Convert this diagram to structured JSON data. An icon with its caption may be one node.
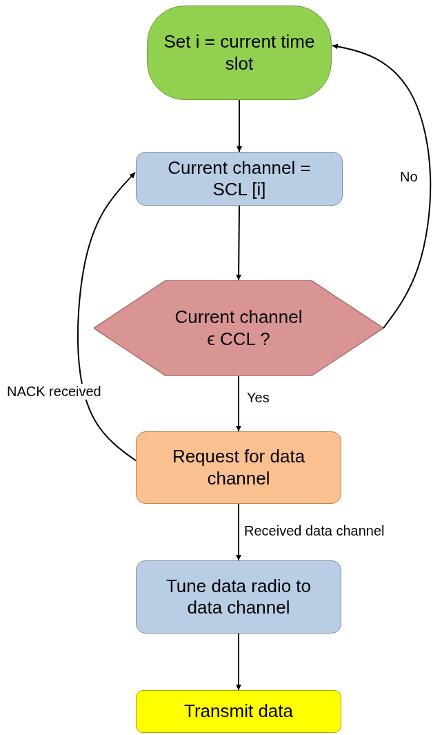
{
  "diagram": {
    "nodes": [
      {
        "text": [
          "Set i = current time slot"
        ]
      },
      {
        "text": [
          "Current channel = SCL [i]"
        ]
      },
      {
        "text": [
          "Current channel ϵ CCL ?"
        ]
      },
      {
        "text": [
          "Request for data channel"
        ]
      },
      {
        "text": [
          "Tune data radio to data channel"
        ]
      },
      {
        "text": [
          "Transmit data"
        ]
      }
    ],
    "edges": [
      {
        "from": 0,
        "to": 1,
        "arrow": "to"
      },
      {
        "from": 1,
        "to": 2,
        "arrow": "to"
      },
      {
        "from": 2,
        "to": 3,
        "arrow": "to",
        "label": "Yes"
      },
      {
        "from": 3,
        "to": 4,
        "arrow": "to",
        "label": "Received data channel"
      },
      {
        "from": 4,
        "to": 5,
        "arrow": "to"
      },
      {
        "from": 2,
        "to": 0,
        "arrow": "to",
        "label": "No"
      },
      {
        "from": 3,
        "to": 1,
        "arrow": "to",
        "label": "NACK received"
      }
    ]
  }
}
